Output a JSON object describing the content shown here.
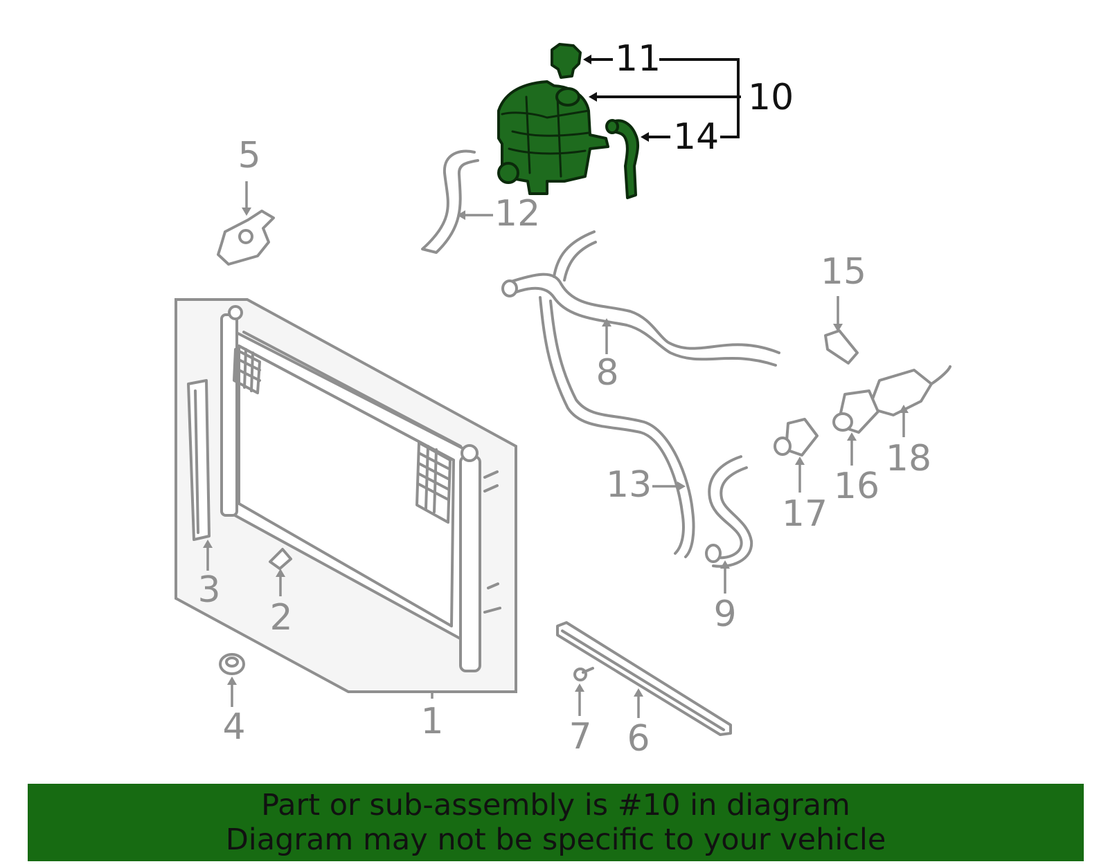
{
  "diagram": {
    "colors": {
      "part_outline": "#8f8f8f",
      "highlight_fill": "#1e6b1e",
      "highlight_outline": "#0b2a0b",
      "panel_fill": "#f5f5f5",
      "banner": "#176b12"
    },
    "callouts": {
      "c1": "1",
      "c2": "2",
      "c3": "3",
      "c4": "4",
      "c5": "5",
      "c6": "6",
      "c7": "7",
      "c8": "8",
      "c9": "9",
      "c10": "10",
      "c11": "11",
      "c12": "12",
      "c13": "13",
      "c14": "14",
      "c15": "15",
      "c16": "16",
      "c17": "17",
      "c18": "18"
    },
    "highlighted_part": "10"
  },
  "banner": {
    "line1": "Part or sub-assembly is #10 in diagram",
    "line2": "Diagram may not be specific to your vehicle"
  }
}
